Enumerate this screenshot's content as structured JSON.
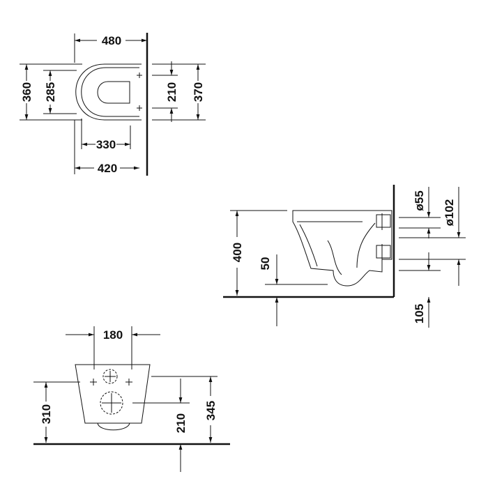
{
  "top_view": {
    "width_overall": "480",
    "width_bowl": "420",
    "width_seat": "330",
    "depth_overall": "360",
    "depth_seat": "285",
    "fixing_spacing": "210",
    "wall_height": "370"
  },
  "side_view": {
    "rim_height": "400",
    "water_level": "50",
    "drain_height": "105",
    "inlet_diameter": "ø55",
    "outlet_diameter": "ø102"
  },
  "back_view": {
    "inlet_width": "180",
    "outlet_height": "310",
    "fixing_height": "210",
    "top_height": "345"
  }
}
